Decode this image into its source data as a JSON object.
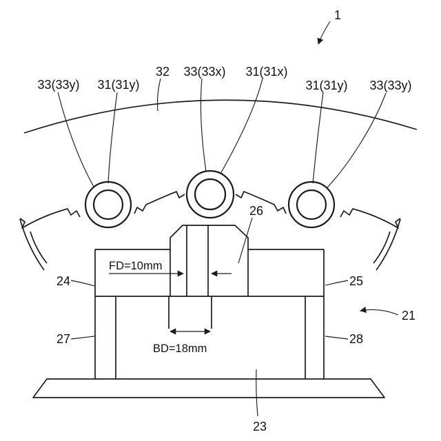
{
  "figure": {
    "labels": {
      "ref_1": "1",
      "ref_32": "32",
      "ref_33y_left": "33(33y)",
      "ref_31y_left": "31(31y)",
      "ref_33x": "33(33x)",
      "ref_31x": "31(31x)",
      "ref_31y_right": "31(31y)",
      "ref_33y_right": "33(33y)",
      "ref_26": "26",
      "ref_24": "24",
      "ref_25": "25",
      "ref_21": "21",
      "ref_27": "27",
      "ref_28": "28",
      "ref_23": "23",
      "dim_fd": "FD=10mm",
      "dim_bd": "BD=18mm"
    },
    "colors": {
      "line": "#1b1b1b",
      "background": "#ffffff"
    }
  }
}
